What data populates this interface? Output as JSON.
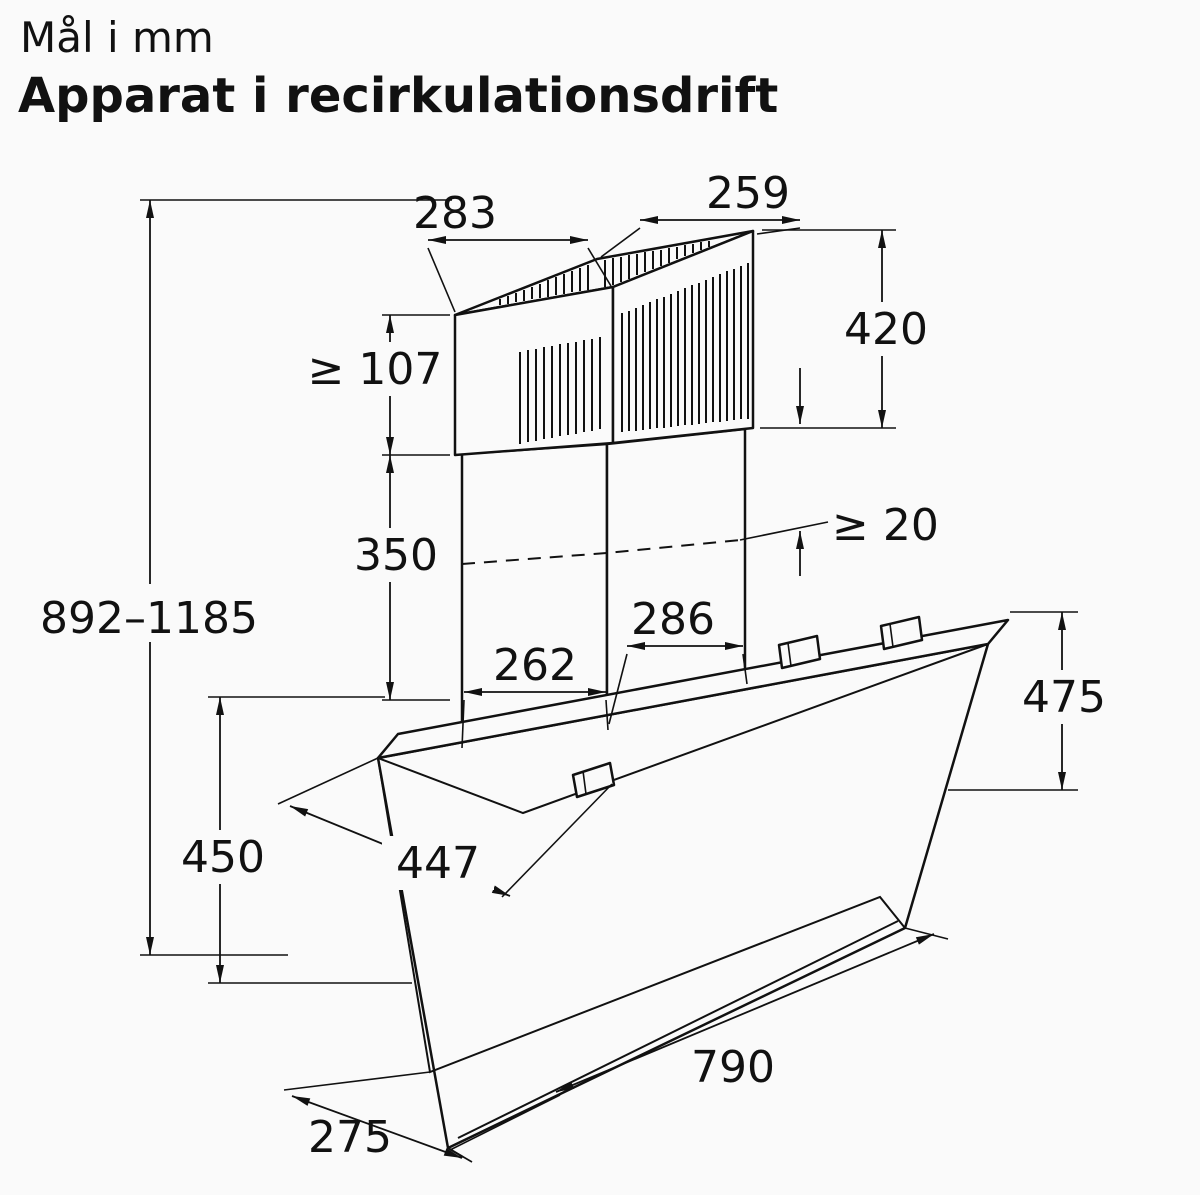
{
  "header": {
    "subtitle": "Mål i mm",
    "title": "Apparat i recirkulationsdrift"
  },
  "dims": {
    "total_height": "892–1185",
    "clearance_top": "≥ 107",
    "lower_duct_height": "350",
    "duct_top_width": "283",
    "duct_top_depth": "259",
    "upper_duct_height": "420",
    "duct_overlap_min": "≥ 20",
    "duct_base_depth": "286",
    "duct_base_width": "262",
    "screen_right_height": "475",
    "body_left_height": "450",
    "canopy_depth": "447",
    "hood_width": "790",
    "hood_bottom_depth": "275"
  },
  "colors": {
    "line": "#111111",
    "background": "#fafafa"
  }
}
